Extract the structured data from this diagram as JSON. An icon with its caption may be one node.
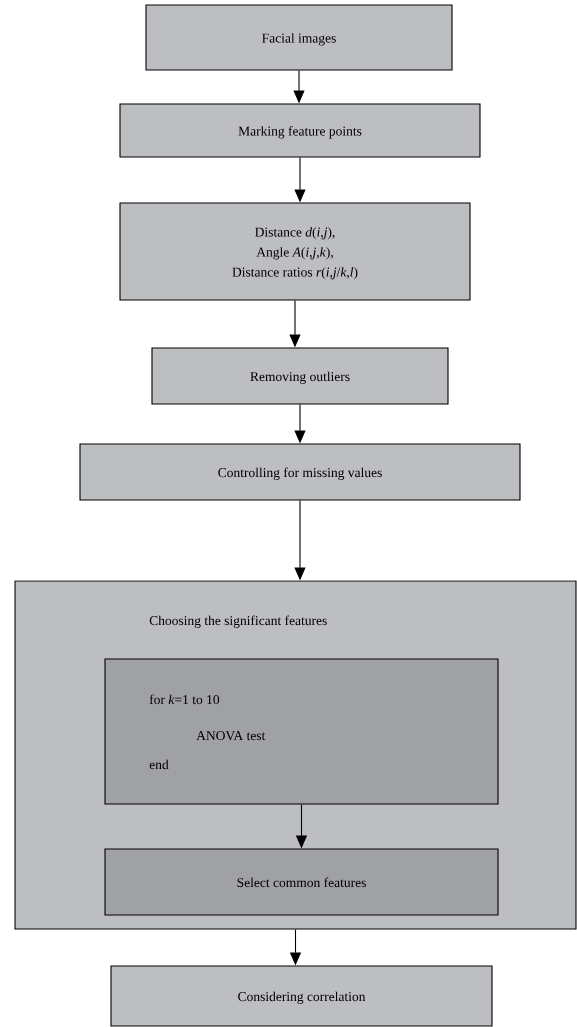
{
  "diagram": {
    "nodes": [
      {
        "text": [
          "Facial images"
        ]
      },
      {
        "text": [
          "Marking feature points"
        ]
      },
      {
        "text": [
          "Distance *d*(*i*,*j*),",
          "Angle *A*(*i*,*j*,*k*),",
          "Distance ratios *r*(*i*,*j*/*k*,*l*)"
        ]
      },
      {
        "text": [
          "Removing outliers"
        ]
      },
      {
        "text": [
          "Controlling for missing values"
        ]
      },
      {
        "text": [
          "Choosing the significant features"
        ]
      },
      {
        "text": [
          "for *k*=1 to 10",
          "ANOVA test",
          "end"
        ],
        "in": 5
      },
      {
        "text": [
          "Select common features"
        ],
        "in": 5
      },
      {
        "text": [
          "Considering correlation"
        ]
      }
    ],
    "edges": [
      {
        "from": 0,
        "to": 1,
        "arrow": "to"
      },
      {
        "from": 1,
        "to": 2,
        "arrow": "to"
      },
      {
        "from": 2,
        "to": 3,
        "arrow": "to"
      },
      {
        "from": 3,
        "to": 4,
        "arrow": "to"
      },
      {
        "from": 4,
        "to": 5,
        "arrow": "to"
      },
      {
        "from": 6,
        "to": 7,
        "arrow": "to"
      },
      {
        "from": 5,
        "to": 8,
        "arrow": "to"
      }
    ]
  }
}
